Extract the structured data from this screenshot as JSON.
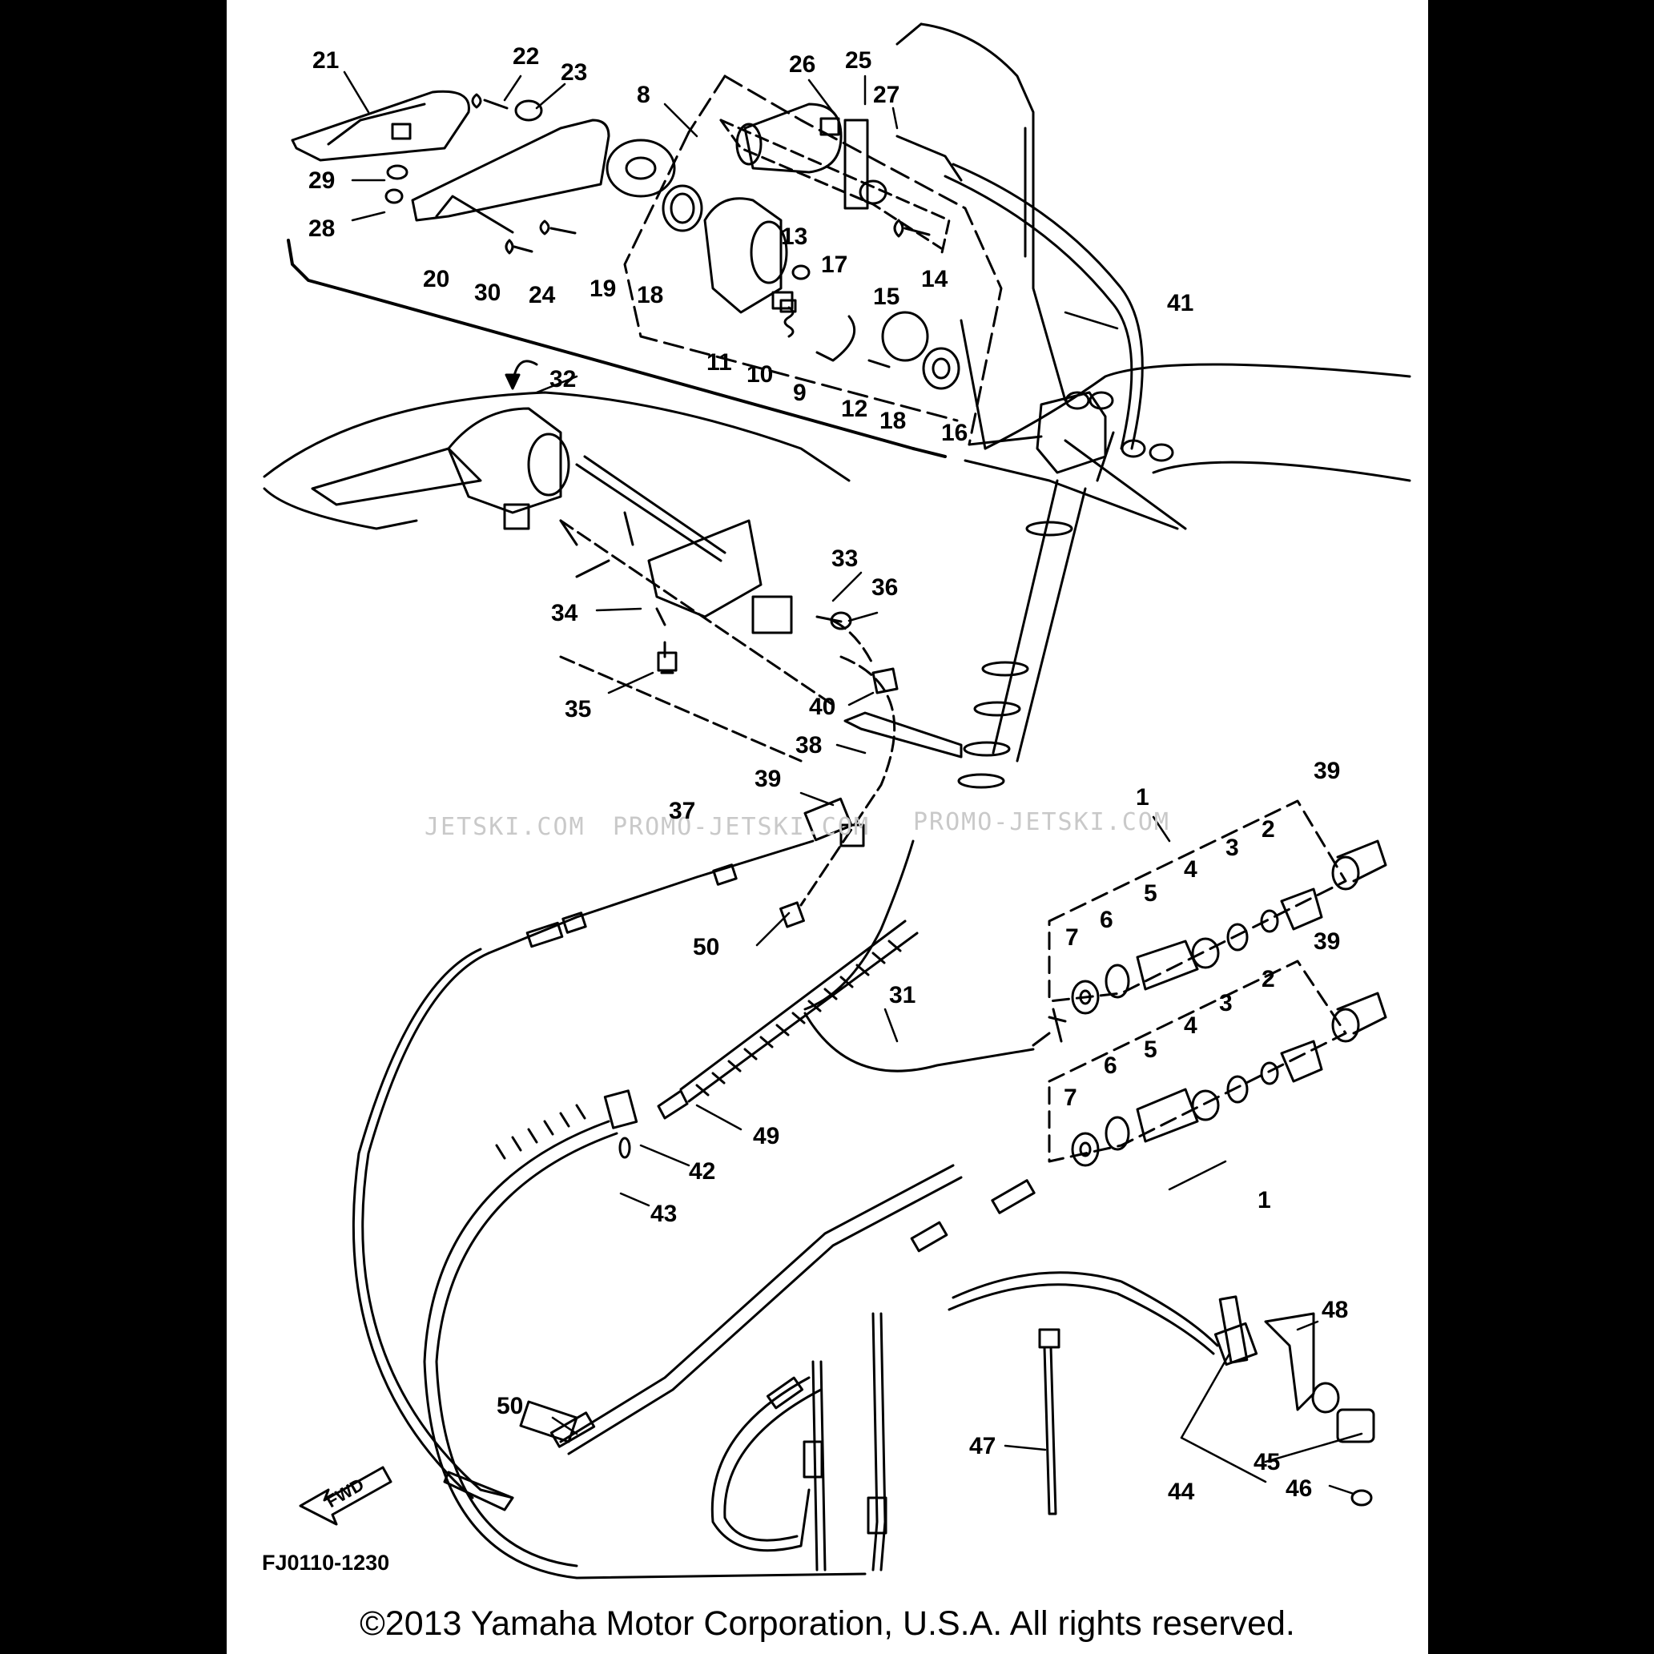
{
  "diagram": {
    "callouts": [
      "21",
      "22",
      "23",
      "8",
      "26",
      "25",
      "27",
      "29",
      "28",
      "20",
      "30",
      "24",
      "19",
      "18",
      "13",
      "17",
      "15",
      "14",
      "11",
      "10",
      "9",
      "12",
      "18",
      "16",
      "41",
      "32",
      "33",
      "36",
      "34",
      "35",
      "40",
      "38",
      "39",
      "37",
      "1",
      "39",
      "2",
      "3",
      "4",
      "5",
      "6",
      "7",
      "50",
      "39",
      "2",
      "3",
      "4",
      "5",
      "6",
      "7",
      "31",
      "49",
      "42",
      "43",
      "1",
      "48",
      "50",
      "47",
      "45",
      "44",
      "46"
    ],
    "drawing_code": "FJ0110-1230",
    "fwd_label": "FWD",
    "watermarks": [
      "JETSKI.COM",
      "PROMO-JETSKI.COM",
      "PROMO-JETSKI.COM"
    ]
  },
  "footer": {
    "copyright": "©2013 Yamaha Motor Corporation, U.S.A. All rights reserved."
  }
}
